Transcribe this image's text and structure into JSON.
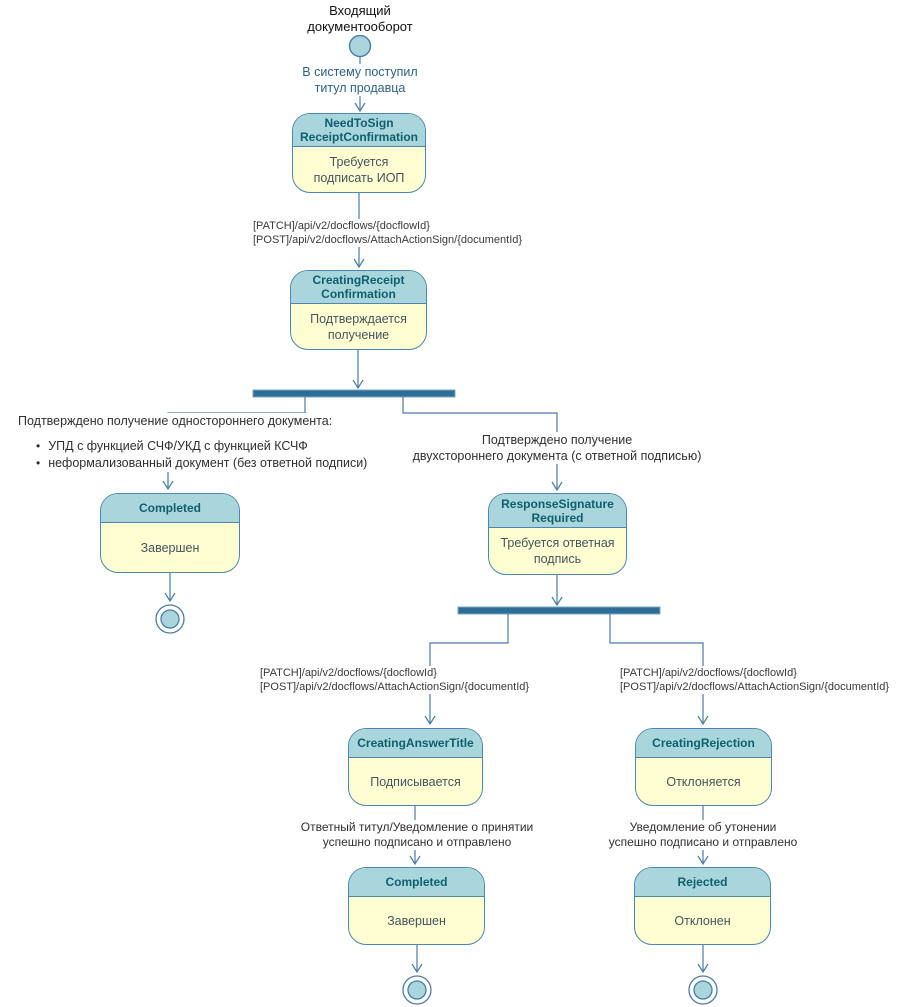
{
  "diagram_title": {
    "lines": [
      "Входящий",
      "документооборот"
    ]
  },
  "colors": {
    "state_header_fill": "#a9d6dc",
    "state_body_fill": "#ffffd2",
    "state_border": "#4e86b0",
    "state_header_text": "#0e5f6d",
    "state_body_text": "#44545f",
    "connector_line": "#4a7ca6",
    "fork_bar_fill": "#2e6d96",
    "label_blue_text": "#2e6286",
    "label_dark_text": "#2f2f2f",
    "api_label_text": "#3a3a3a"
  },
  "states": {
    "need_to_sign": {
      "name": "NeedToSign ReceiptConfirmation",
      "desc": "Требуется подписать ИОП"
    },
    "creating_receipt": {
      "name": "CreatingReceipt Confirmation",
      "desc": "Подтверждается получение"
    },
    "completed_left": {
      "name": "Completed",
      "desc": "Завершен"
    },
    "response_signature": {
      "name": "ResponseSignature Required",
      "desc": "Требуется ответная подпись"
    },
    "creating_answer_title": {
      "name": "CreatingAnswerTitle",
      "desc": "Подписывается"
    },
    "completed_bottom": {
      "name": "Completed",
      "desc": "Завершен"
    },
    "creating_rejection": {
      "name": "CreatingRejection",
      "desc": "Отклоняется"
    },
    "rejected": {
      "name": "Rejected",
      "desc": "Отклонен"
    }
  },
  "labels": {
    "incoming_title": {
      "lines": [
        "В систему поступил",
        "титул продавца"
      ]
    },
    "api_sign_1": {
      "lines": [
        "[PATCH]/api/v2/docflows/{docflowId}",
        "[POST]/api/v2/docflows/AttachActionSign/{documentId}"
      ]
    },
    "one_sided": {
      "title": "Подтверждено получение одностороннего документа:",
      "bullets": [
        "УПД с функцией СЧФ/УКД с функцией КСЧФ",
        "неформализованный документ (без ответной подписи)"
      ]
    },
    "two_sided": {
      "lines": [
        "Подтверждено получение",
        "двухстороннего документа (с ответной подписью)"
      ]
    },
    "api_sign_2": {
      "lines": [
        "[PATCH]/api/v2/docflows/{docflowId}",
        "[POST]/api/v2/docflows/AttachActionSign/{documentId}"
      ]
    },
    "api_sign_3": {
      "lines": [
        "[PATCH]/api/v2/docflows/{docflowId}",
        "[POST]/api/v2/docflows/AttachActionSign/{documentId}"
      ]
    },
    "answer_sent": {
      "lines": [
        "Ответный титул/Уведомление о принятии",
        "успешно подписано и отправлено"
      ]
    },
    "rejection_sent": {
      "lines": [
        "Уведомление об утонении",
        "успешно подписано и отправлено"
      ]
    }
  }
}
